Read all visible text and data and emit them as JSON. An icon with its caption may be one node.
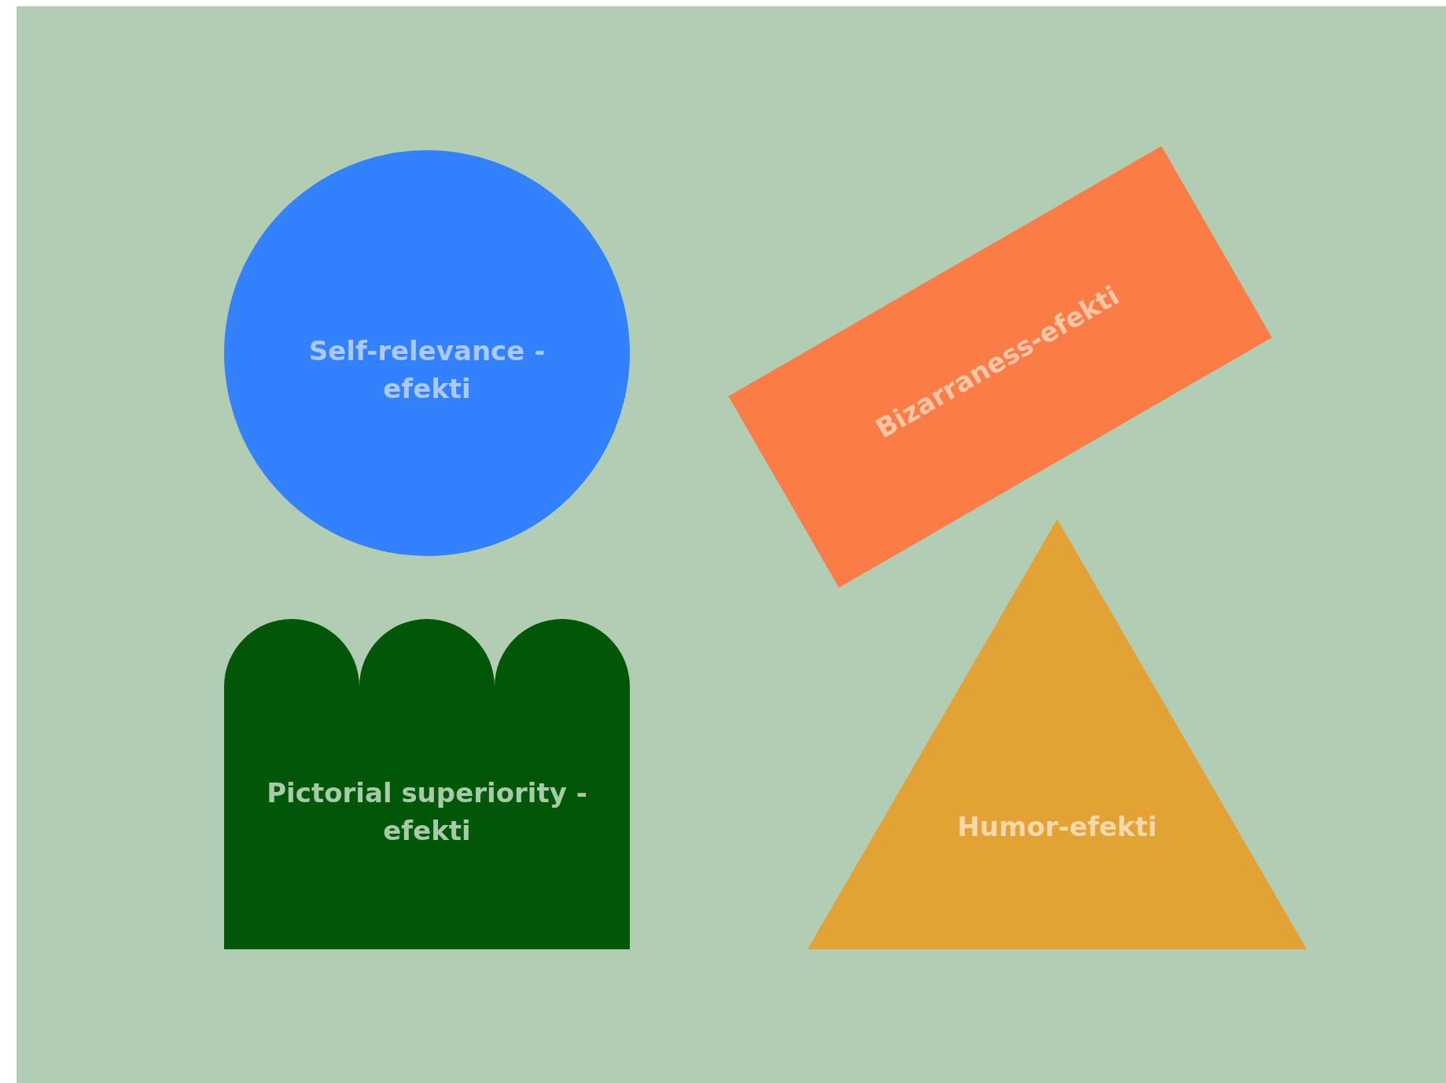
{
  "diagram": {
    "nodes": [
      {
        "text": [
          "Self-relevance -efekti"
        ]
      },
      {
        "text": [
          "Bizarraness-efekti"
        ]
      },
      {
        "text": [
          "Pictorial superiority -efekti"
        ]
      },
      {
        "text": [
          "Humor-efekti"
        ]
      }
    ]
  }
}
